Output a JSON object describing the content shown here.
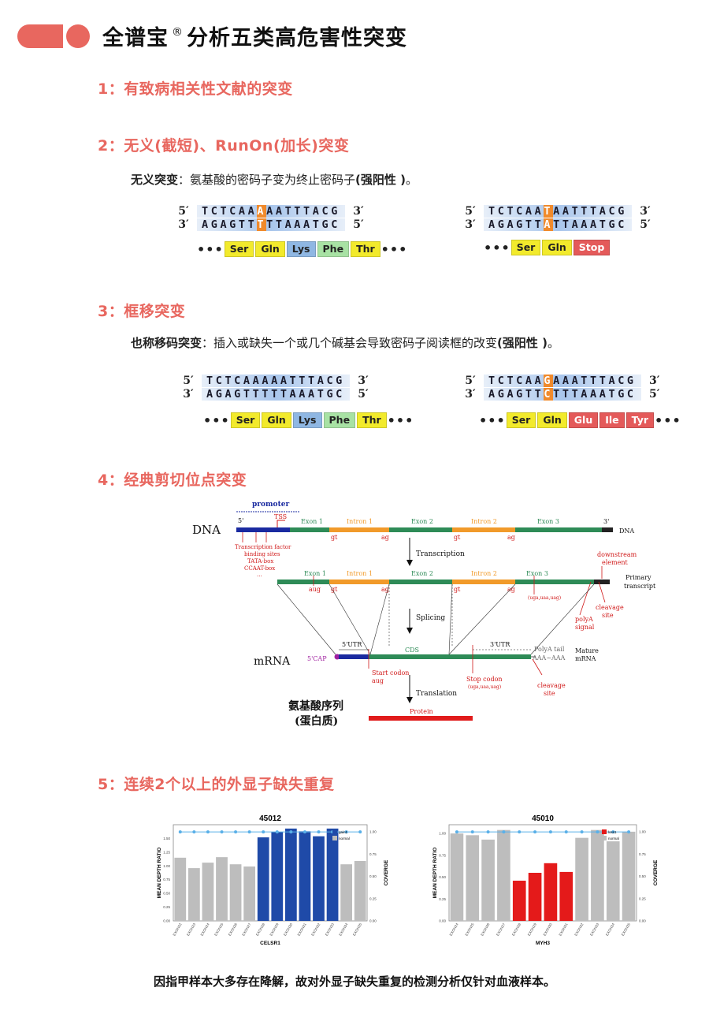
{
  "header": {
    "title_part1": "全谱宝",
    "reg": "®",
    "title_part2": "分析五类高危害性突变"
  },
  "sections": {
    "s1": {
      "title": "1：有致病相关性文献的突变"
    },
    "s2": {
      "title": "2：无义(截短)、RunOn(加长)突变",
      "desc_label": "无义突变",
      "desc_text": "：氨基酸的密码子变为终止密码子",
      "desc_tag": "(强阳性 )",
      "desc_end": "。",
      "left": {
        "top_5": "5′",
        "top_3": "3′",
        "bot_3": "3′",
        "bot_5": "5′",
        "top_pre": "TCTCAA",
        "top_hl": "A",
        "top_post": "AATTTACG",
        "bot_pre": "AGAGTT",
        "bot_hl": "T",
        "bot_post": "TTAAATGC",
        "codons": [
          "Ser",
          "Gln",
          "Lys",
          "Phe",
          "Thr"
        ]
      },
      "right": {
        "top_pre": "TCTCAA",
        "top_hl": "T",
        "top_post": "AATTTACG",
        "bot_pre": "AGAGTT",
        "bot_hl": "A",
        "bot_post": "TTAAATGC",
        "codons": [
          "Ser",
          "Gln",
          "Stop"
        ]
      }
    },
    "s3": {
      "title": "3：框移突变",
      "desc_label": "也称移码突变",
      "desc_text": "：插入或缺失一个或几个碱基会导致密码子阅读框的改变",
      "desc_tag": "(强阳性 )",
      "desc_end": "。",
      "left": {
        "top": "TCTCAAAAATTTACG",
        "bot": "AGAGTTTTTAAATGC",
        "codons": [
          "Ser",
          "Gln",
          "Lys",
          "Phe",
          "Thr"
        ]
      },
      "right": {
        "top_pre": "TCTCAA",
        "top_hl": "G",
        "top_post": "AAATTTACG",
        "bot_pre": "AGAGTT",
        "bot_hl": "C",
        "bot_post": "TTTAAATGC",
        "codons": [
          "Ser",
          "Gln",
          "Glu",
          "Ile",
          "Tyr"
        ]
      }
    },
    "s4": {
      "title": "4：经典剪切位点突变",
      "diagram": {
        "dna_label": "DNA",
        "mrna_label": "mRNA",
        "promoter": "promoter",
        "tss": "TSS",
        "five": "5'",
        "three": "3'",
        "dna_right": "DNA",
        "exon1": "Exon 1",
        "intron1": "Intron 1",
        "exon2": "Exon 2",
        "intron2": "Intron 2",
        "exon3": "Exon 3",
        "gt": "gt",
        "ag": "ag",
        "tf1": "Transcription factor",
        "tf2": "binding sites",
        "tf3": "TATA-box",
        "tf4": "CCAAT-box",
        "tf5": "...",
        "transcription": "Transcription",
        "splicing": "Splicing",
        "translation": "Translation",
        "aug": "aug",
        "stop_codons": "(uga,uaa,uag)",
        "downstream1": "downstream",
        "downstream2": "element",
        "primary1": "Primary",
        "primary2": "transcript",
        "polya1": "polyA",
        "polya2": "signal",
        "cleavage1": "cleavage",
        "cleavage2": "site",
        "utr5": "5'UTR",
        "cds": "CDS",
        "utr3": "3'UTR",
        "polyatail": "PolyA tail",
        "aaa": "AAA~AAA",
        "mature1": "Mature",
        "mature2": "mRNA",
        "cap": "5'CAP",
        "start1": "Start codon",
        "start2": "aug",
        "stopc1": "Stop codon",
        "stopc2": "(uga,uaa,uag)",
        "amino1": "氨基酸序列",
        "amino2": "(蛋白质)",
        "protein": "Protein"
      }
    },
    "s5": {
      "title": "5：连续2个以上的外显子缺失重复",
      "charts_label": "charts"
    }
  },
  "chart_data": [
    {
      "type": "bar",
      "title": "45012",
      "xlabel": "CELSR1",
      "ylabel": "MEAN DEPTH RATIO",
      "y2label": "COVERGE",
      "categories": [
        "EXON22",
        "EXON23",
        "EXON24",
        "EXON25",
        "EXON26",
        "EXON27",
        "EXON28",
        "EXON29",
        "EXON30",
        "EXON31",
        "EXON32",
        "EXON33",
        "EXON34",
        "EXON35"
      ],
      "values": [
        1.15,
        0.96,
        1.06,
        1.16,
        1.03,
        0.99,
        1.52,
        1.62,
        1.68,
        1.63,
        1.54,
        1.68,
        1.03,
        1.09
      ],
      "highlight": [
        6,
        7,
        8,
        9,
        10,
        11
      ],
      "highlight_color": "#1f4aa8",
      "normal_color": "#bdbdbd",
      "coverage": [
        1,
        1,
        1,
        1,
        1,
        1,
        1,
        1,
        1,
        1,
        1,
        1,
        1,
        1
      ],
      "legend": [
        "gain1",
        "normal"
      ],
      "ylim": [
        0,
        1.75
      ],
      "yticks": [
        "0.00",
        "0.25",
        "0.50",
        "0.75",
        "1.00",
        "1.25",
        "1.50"
      ],
      "y2ticks": [
        "0.00",
        "0.25",
        "0.50",
        "0.75",
        "1.00"
      ]
    },
    {
      "type": "bar",
      "title": "45010",
      "xlabel": "MYH3",
      "ylabel": "MEAN DEPTH RATIO",
      "y2label": "COVERGE",
      "categories": [
        "EXON24",
        "EXON25",
        "EXON26",
        "EXON27",
        "EXON28",
        "EXON29",
        "EXON30",
        "EXON31",
        "EXON32",
        "EXON33",
        "EXON34",
        "EXON35"
      ],
      "values": [
        1.0,
        0.98,
        0.93,
        1.04,
        0.46,
        0.55,
        0.66,
        0.56,
        0.95,
        1.04,
        0.91,
        1.02
      ],
      "highlight": [
        4,
        5,
        6,
        7
      ],
      "highlight_color": "#e41a1a",
      "normal_color": "#bdbdbd",
      "coverage": [
        1,
        1,
        1,
        1,
        1,
        1,
        1,
        1,
        1,
        1,
        1,
        1
      ],
      "legend": [
        "loss1",
        "normal"
      ],
      "ylim": [
        0,
        1.1
      ],
      "yticks": [
        "0.00",
        "0.25",
        "0.50",
        "0.75",
        "1.00"
      ],
      "y2ticks": [
        "0.00",
        "0.25",
        "0.50",
        "0.75",
        "1.00"
      ]
    }
  ],
  "footer": {
    "text": "因指甲样本大多存在降解，故对外显子缺失重复的检测分析仅针对血液样本。"
  }
}
